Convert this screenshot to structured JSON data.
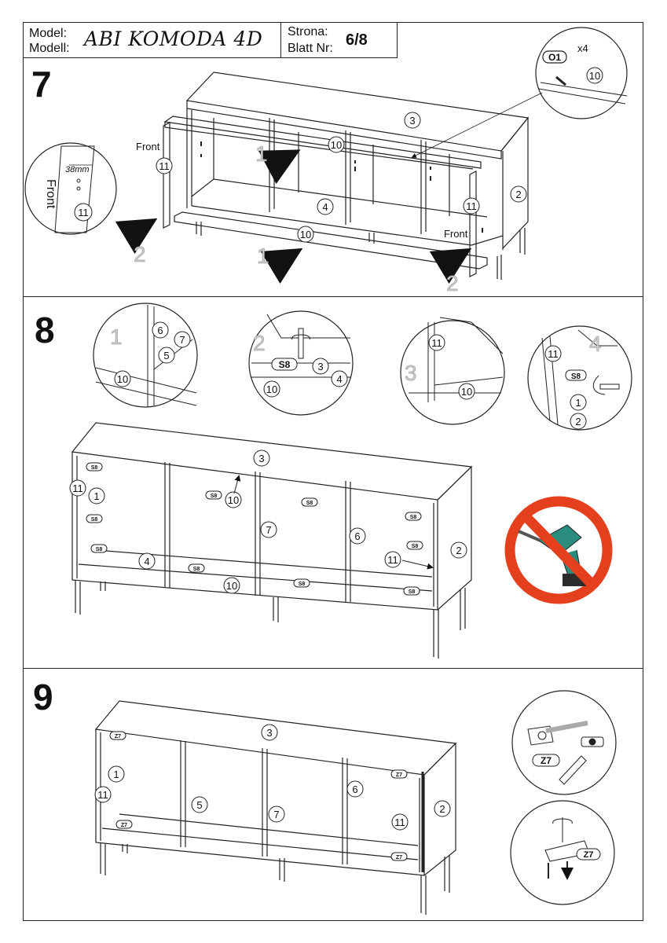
{
  "header": {
    "model_label_1": "Model:",
    "model_label_2": "Modell:",
    "model_name": "ABI KOMODA 4D",
    "page_label_1": "Strona:",
    "page_label_2": "Blatt Nr:",
    "page_number": "6/8"
  },
  "steps": {
    "step7": {
      "number": "7",
      "front_label": "Front",
      "front_label_2": "Front",
      "front_detail_label": "Front",
      "dimension": "38mm",
      "hardware_code": "O1",
      "hardware_qty": "x4",
      "sub_step_1": "1",
      "sub_step_1b": "1",
      "sub_step_2": "2",
      "sub_step_2b": "2",
      "parts": [
        "10",
        "11",
        "3",
        "10",
        "11",
        "4",
        "10",
        "11",
        "2"
      ]
    },
    "step8": {
      "number": "8",
      "sub_steps": [
        "1",
        "2",
        "3",
        "4"
      ],
      "hardware_code": "S8",
      "parts": [
        "6",
        "7",
        "5",
        "10",
        "3",
        "4",
        "10",
        "11",
        "10",
        "11",
        "1",
        "2",
        "3",
        "11",
        "1",
        "10",
        "4",
        "7",
        "6",
        "11",
        "2"
      ]
    },
    "step9": {
      "number": "9",
      "hardware_code": "Z7",
      "parts": [
        "3",
        "1",
        "11",
        "5",
        "7",
        "6",
        "11",
        "2",
        "11"
      ]
    }
  }
}
